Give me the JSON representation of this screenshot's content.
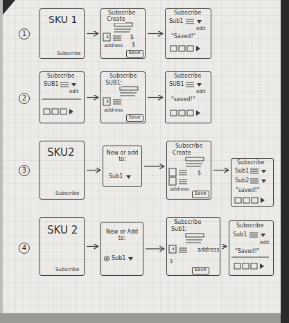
{
  "diagram": {
    "nodes": [
      {
        "text": [
          "SKU 1",
          "Subscribe"
        ]
      },
      {
        "text": [
          "Subscribe",
          "Create",
          "x",
          "$",
          "address",
          "$"
        ]
      },
      {
        "text": [
          "Save"
        ],
        "in": 1
      },
      {
        "text": [
          "Subscribe",
          "Sub1",
          "edit",
          "\"Saved!\""
        ]
      },
      {
        "text": [
          "Subscribe",
          "SUB1",
          "edit"
        ]
      },
      {
        "text": [
          "Subscribe",
          "SUB1:",
          "x",
          "address"
        ]
      },
      {
        "text": [
          "Save"
        ],
        "in": 5
      },
      {
        "text": [
          "Subscribe",
          "SUB1",
          "edit",
          "\"saved!\""
        ]
      },
      {
        "text": [
          "SKU2",
          "Subscribe"
        ]
      },
      {
        "text": [
          "New or add to:",
          "Sub1"
        ]
      },
      {
        "text": [
          "Subscribe",
          "Create",
          "address",
          "$"
        ]
      },
      {
        "text": [
          "Save"
        ],
        "in": 10
      },
      {
        "text": [
          "Subscribe",
          "Sub1",
          "Sub2",
          "\"saved!\""
        ]
      },
      {
        "text": [
          "SKU 2",
          "Subscribe"
        ]
      },
      {
        "text": [
          "New or Add to:",
          "Sub1"
        ]
      },
      {
        "text": [
          "Subscribe",
          "Sub1:",
          "x",
          "address",
          "$"
        ]
      },
      {
        "text": [
          "Save"
        ],
        "in": 15
      },
      {
        "text": [
          "Subscribe",
          "Sub1",
          "edit",
          "\"Saved!\""
        ]
      }
    ],
    "edges": [
      {
        "from": 0,
        "to": 1,
        "arrow": "to"
      },
      {
        "from": 1,
        "to": 3,
        "arrow": "to"
      },
      {
        "from": 4,
        "to": 5,
        "arrow": "to"
      },
      {
        "from": 5,
        "to": 7,
        "arrow": "to"
      },
      {
        "from": 8,
        "to": 9,
        "arrow": "to"
      },
      {
        "from": 9,
        "to": 10,
        "arrow": "to"
      },
      {
        "from": 10,
        "to": 12,
        "arrow": "to"
      },
      {
        "from": 13,
        "to": 14,
        "arrow": "to"
      },
      {
        "from": 14,
        "to": 15,
        "arrow": "to"
      },
      {
        "from": 15,
        "to": 17,
        "arrow": "to"
      }
    ],
    "labels": [
      "1",
      "2",
      "3",
      "4"
    ]
  }
}
